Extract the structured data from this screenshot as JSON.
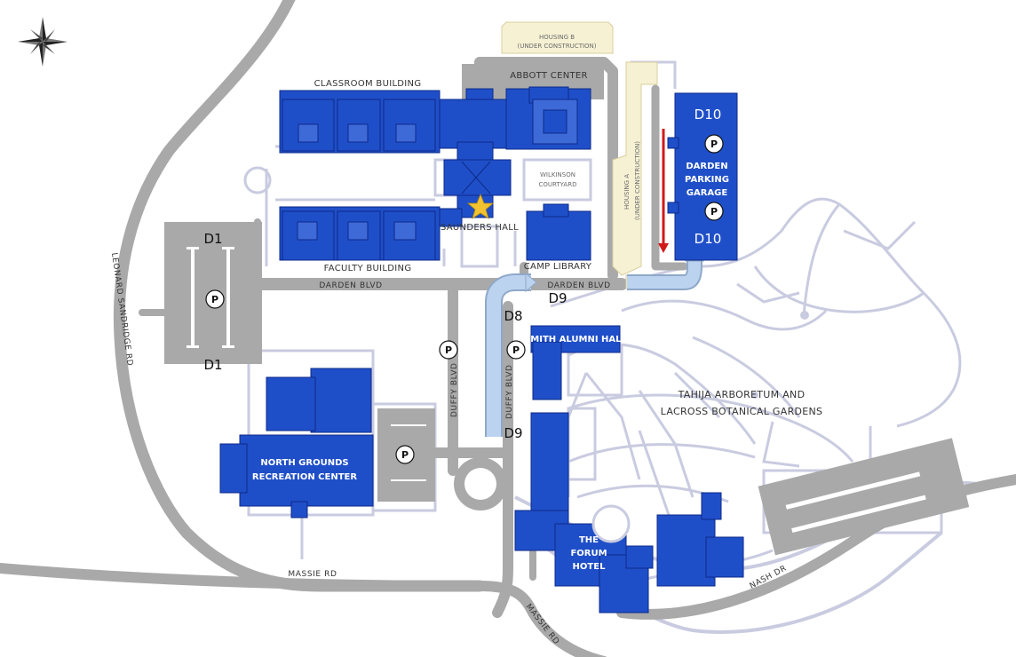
{
  "colors": {
    "building": "#1f4fc8",
    "building_edge": "#0c2a8a",
    "road": "#a9a9a9",
    "path": "#c9cbe0",
    "construction": "#f6f1d3",
    "route": "#bcd3ef",
    "star": "#f2c230",
    "arrow": "#d11a1a"
  },
  "icons": {
    "compass": "compass-rose-icon",
    "parking": "parking-icon",
    "star": "star-icon"
  },
  "buildings": {
    "classroom": "CLASSROOM BUILDING",
    "faculty": "FACULTY BUILDING",
    "saunders": "SAUNDERS HALL",
    "abbott": "ABBOTT CENTER",
    "camp_library": "CAMP LIBRARY",
    "wilkinson_1": "WILKINSON",
    "wilkinson_2": "COURTYARD",
    "housing_b_1": "HOUSING B",
    "housing_b_2": "(UNDER CONSTRUCTION)",
    "housing_a": "HOUSING A",
    "housing_a_sub": "(UNDER CONSTRUCTION)",
    "smith": "SMITH ALUMNI HALL",
    "rec_1": "NORTH GROUNDS",
    "rec_2": "RECREATION CENTER",
    "forum_1": "THE",
    "forum_2": "FORUM",
    "forum_3": "HOTEL",
    "garage_1": "DARDEN",
    "garage_2": "PARKING",
    "garage_3": "GARAGE"
  },
  "gardens": {
    "line1": "TAHIJA ARBORETUM AND",
    "line2": "LACROSS BOTANICAL GARDENS"
  },
  "roads": {
    "darden_west": "DARDEN BLVD",
    "darden_east": "DARDEN BLVD",
    "duffy_1": "DUFFY BLVD",
    "duffy_2": "DUFFY BLVD",
    "leonard": "LEONARD SANDRIDGE RD",
    "massie_west": "MASSIE RD",
    "massie_south": "MASSIE RD",
    "nash": "NASH DR"
  },
  "lots": {
    "d1_top": "D1",
    "d1_bottom": "D1",
    "d8": "D8",
    "d9_top": "D9",
    "d9_bottom": "D9",
    "d10_top": "D10",
    "d10_bottom": "D10"
  },
  "parking_symbol": "P"
}
